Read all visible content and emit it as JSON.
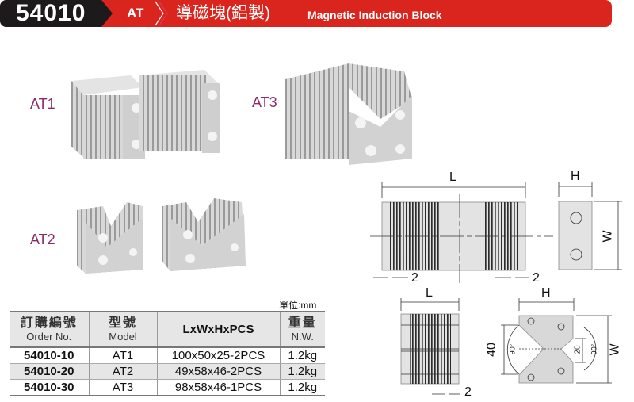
{
  "header": {
    "code": "54010",
    "series": "AT",
    "title_cn": "導磁塊(鋁製)",
    "title_en": "Magnetic Induction Block",
    "colors": {
      "red": "#d9251d",
      "black": "#1c1a1a"
    }
  },
  "products": {
    "at1": "AT1",
    "at2": "AT2",
    "at3": "AT3"
  },
  "table": {
    "unit": "單位:mm",
    "headers": [
      {
        "cn": "訂購編號",
        "en": "Order No."
      },
      {
        "cn": "型號",
        "en": "Model"
      },
      {
        "cn": "",
        "en": "LxWxHxPCS"
      },
      {
        "cn": "重量",
        "en": "N.W."
      }
    ],
    "rows": [
      {
        "order": "54010-10",
        "model": "AT1",
        "size": "100x50x25-2PCS",
        "nw": "1.2kg"
      },
      {
        "order": "54010-20",
        "model": "AT2",
        "size": "49x58x46-2PCS",
        "nw": "1.2kg"
      },
      {
        "order": "54010-30",
        "model": "AT3",
        "size": "98x58x46-1PCS",
        "nw": "1.2kg"
      }
    ]
  },
  "diagram": {
    "L": "L",
    "H": "H",
    "W": "W",
    "two": "2",
    "forty": "40",
    "twenty": "20",
    "ninety": "90°"
  }
}
